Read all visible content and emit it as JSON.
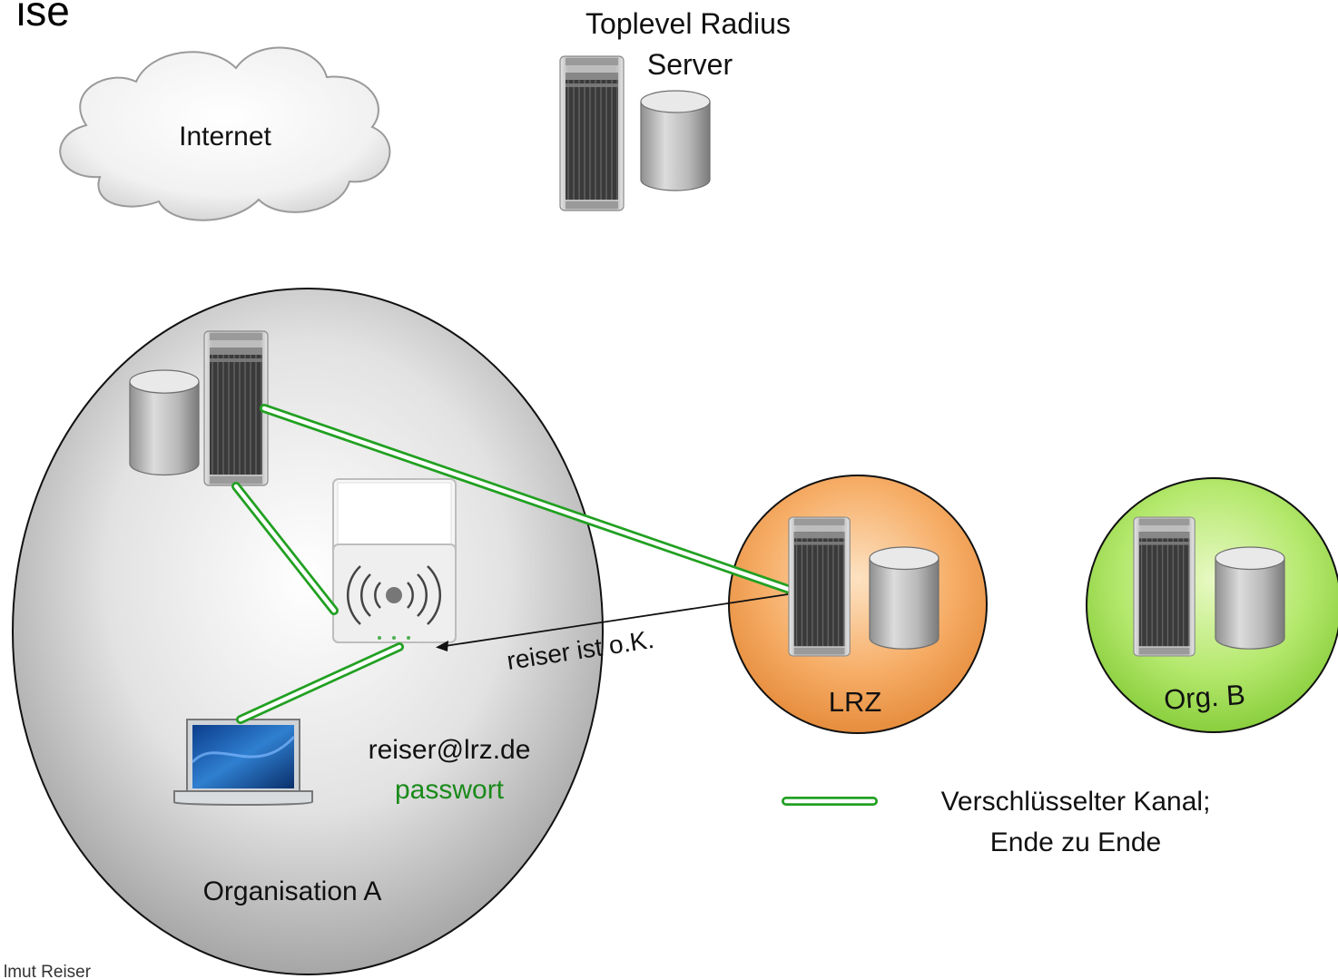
{
  "slide": {
    "title_fragment": "ise",
    "footer_fragment": "lmut Reiser"
  },
  "internet": {
    "label": "Internet"
  },
  "toplevel_server": {
    "label_line1": "Toplevel Radius",
    "label_line2": "Server"
  },
  "organisation_a": {
    "label": "Organisation A",
    "login_user": "reiser@lrz.de",
    "login_password": "passwort"
  },
  "lrz": {
    "label": "LRZ"
  },
  "org_b": {
    "label": "Org. B"
  },
  "message": {
    "label": "reiser ist o.K."
  },
  "legend": {
    "line1": "Verschlüsselter Kanal;",
    "line2": "Ende zu Ende"
  },
  "colors": {
    "channel_green": "#22a022",
    "password_green": "#1a8a1a",
    "lrz_orange": "#f2a35a",
    "orgb_green": "#a8e060",
    "org_a_gray": "#d4d4d4"
  },
  "icons": {
    "cloud": "cloud-icon",
    "server": "server-tower-icon",
    "database": "database-cylinder-icon",
    "access_point": "wireless-access-point-icon",
    "laptop": "laptop-icon"
  }
}
